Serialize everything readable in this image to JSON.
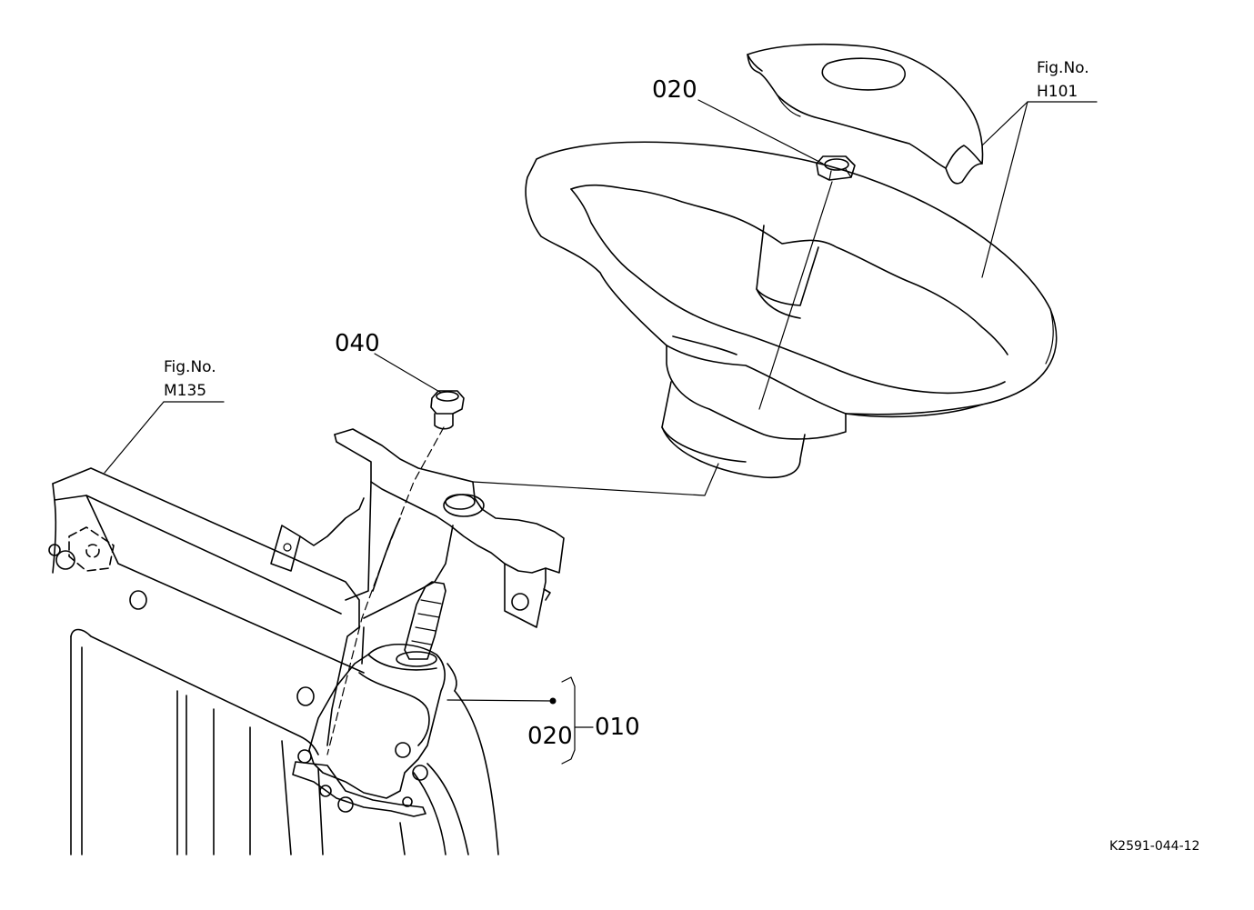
{
  "figure_refs": {
    "upper": {
      "line1": "Fig.No.",
      "line2": "H101"
    },
    "left": {
      "line1": "Fig.No.",
      "line2": "M135"
    }
  },
  "callouts": {
    "nut": "020",
    "bolt": "040",
    "steering_unit": "010",
    "steering_unit_sub": "020"
  },
  "drawing_code": "K2591-044-12"
}
